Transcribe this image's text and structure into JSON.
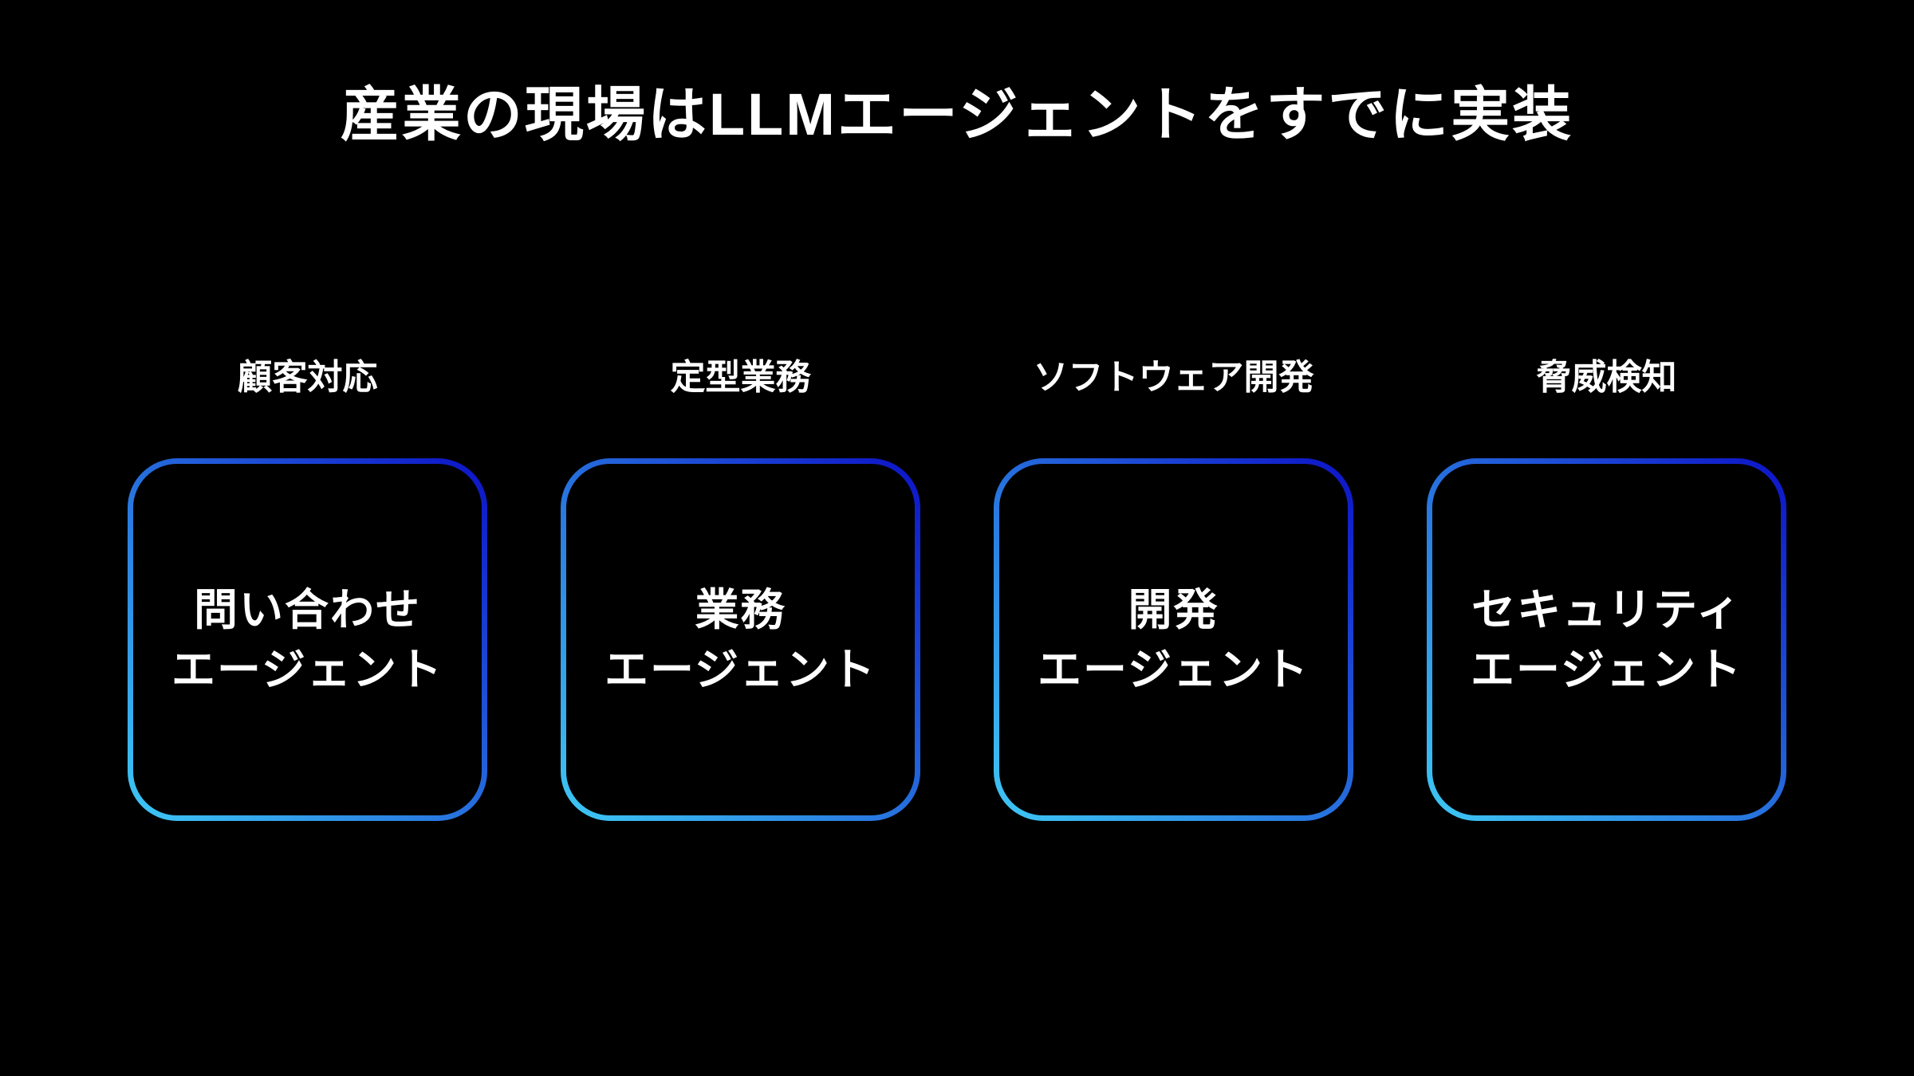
{
  "theme": {
    "background": "#000000",
    "text_color": "#FFFFFF",
    "gradient_start": "#3EC9F4",
    "gradient_end": "#0D12C6"
  },
  "title": "産業の現場はLLMエージェントをすでに実装",
  "columns": [
    {
      "category": "顧客対応",
      "name_line1": "問い合わせ",
      "name_line2": "エージェント"
    },
    {
      "category": "定型業務",
      "name_line1": "業務",
      "name_line2": "エージェント"
    },
    {
      "category": "ソフトウェア開発",
      "name_line1": "開発",
      "name_line2": "エージェント"
    },
    {
      "category": "脅威検知",
      "name_line1": "セキュリティ",
      "name_line2": "エージェント"
    }
  ]
}
